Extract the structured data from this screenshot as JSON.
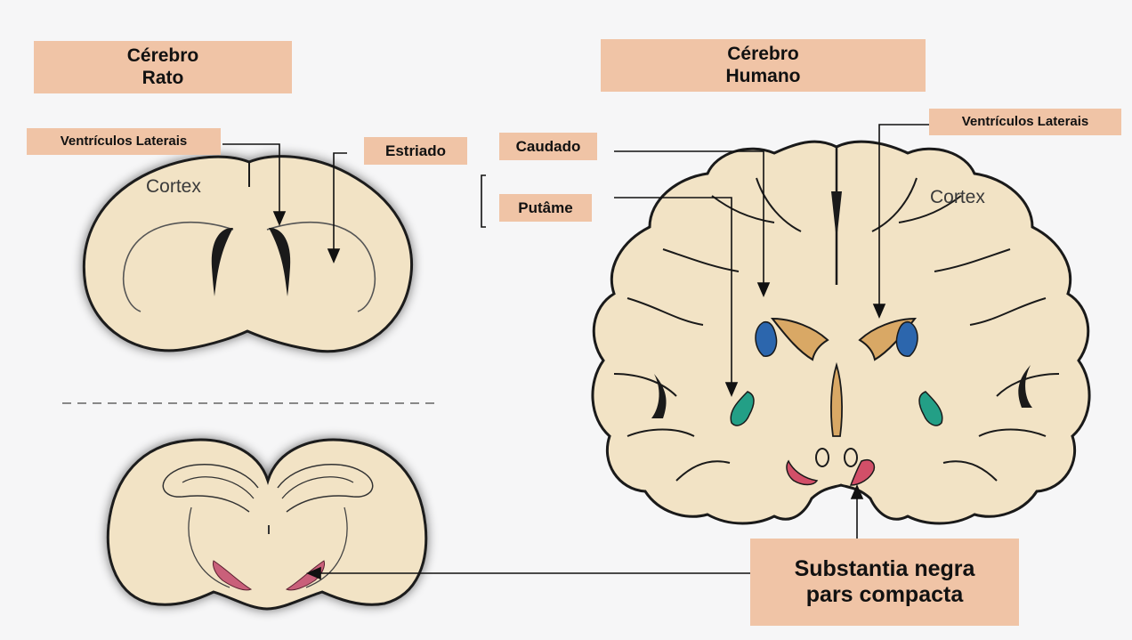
{
  "rat_brain": {
    "title_line1": "Cérebro",
    "title_line2": "Rato",
    "cortex_label": "Cortex",
    "lateral_ventricles_label": "Ventrículos Laterais",
    "striatum_label": "Estriado"
  },
  "human_brain": {
    "title_line1": "Cérebro",
    "title_line2": "Humano",
    "cortex_label": "Cortex",
    "lateral_ventricles_label": "Ventrículos Laterais",
    "caudate_label": "Caudado",
    "putamen_label": "Putâme"
  },
  "substantia_nigra": {
    "line1": "Substantia negra",
    "line2": "pars compacta"
  },
  "colors": {
    "label_bg": "#f0c4a6",
    "brain_fill": "#f2e3c5",
    "caudate": "#2c66ad",
    "putamen": "#239f86",
    "substantia_nigra": "#d24f68",
    "ventricle": "#d9a865"
  }
}
